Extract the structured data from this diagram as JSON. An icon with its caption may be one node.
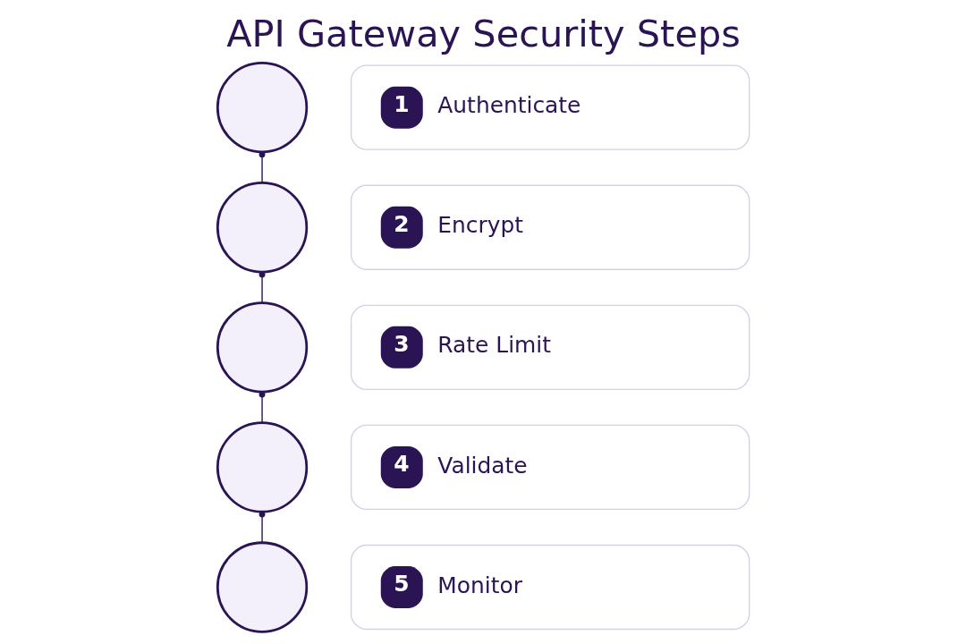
{
  "diagram": {
    "title": "API Gateway Security Steps",
    "nodes": [
      {
        "text": [],
        "shape": "circle"
      },
      {
        "text": [
          "1",
          "Authenticate"
        ]
      },
      {
        "text": [],
        "shape": "circle"
      },
      {
        "text": [
          "2",
          "Encrypt"
        ]
      },
      {
        "text": [],
        "shape": "circle"
      },
      {
        "text": [
          "3",
          "Rate Limit"
        ]
      },
      {
        "text": [],
        "shape": "circle"
      },
      {
        "text": [
          "4",
          "Validate"
        ]
      },
      {
        "text": [],
        "shape": "circle"
      },
      {
        "text": [
          "5",
          "Monitor"
        ]
      }
    ],
    "edges": [
      {
        "from": 0,
        "to": 2,
        "arrow": "other"
      },
      {
        "from": 2,
        "to": 4,
        "arrow": "other"
      },
      {
        "from": 4,
        "to": 6,
        "arrow": "other"
      },
      {
        "from": 6,
        "to": 8,
        "arrow": "other"
      }
    ]
  }
}
